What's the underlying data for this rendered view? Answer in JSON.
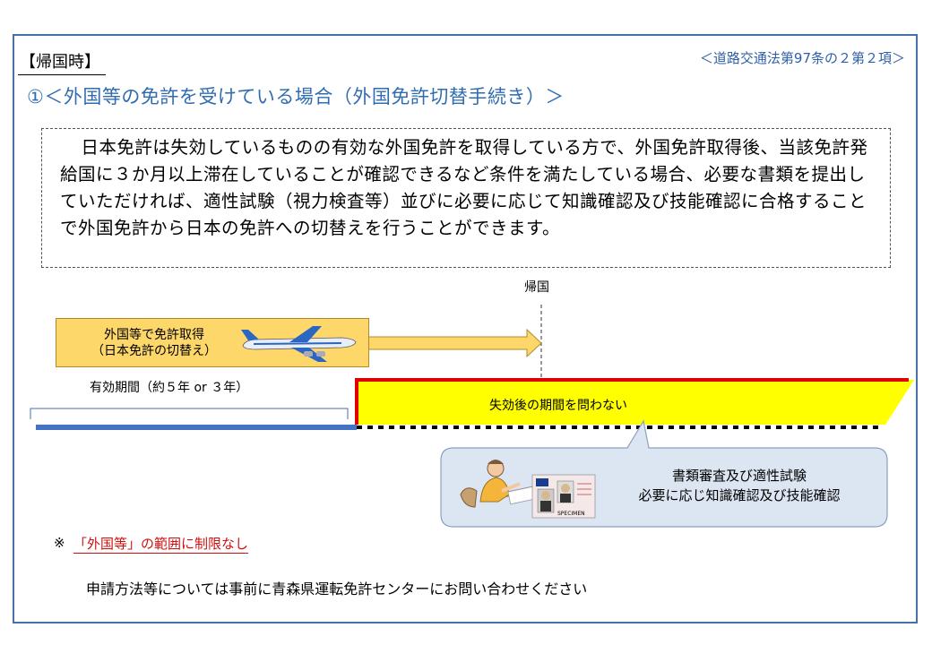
{
  "header": {
    "section_label": "【帰国時】",
    "law_reference": "＜道路交通法第97条の２第２項＞",
    "case_title": "①＜外国等の免許を受けている場合（外国免許切替手続き）＞"
  },
  "description": "日本免許は失効しているものの有効な外国免許を取得している方で、外国免許取得後、当該免許発給国に３か月以上滞在していることが確認できるなど条件を満たしている場合、必要な書類を提出していただければ、適性試験（視力検査等）並びに必要に応じて知識確認及び技能確認に合格することで外国免許から日本の免許への切替えを行うことができます。",
  "timeline": {
    "return_label": "帰国",
    "acquire_line1": "外国等で免許取得",
    "acquire_line2": "（日本免許の切替え）",
    "validity_label": "有効期間（約５年 or ３年）",
    "lapse_label": "失効後の期間を問わない"
  },
  "callout": {
    "line1": "書類審査及び適性試験",
    "line2": "必要に応じ知識確認及び技能確認",
    "license_card_text": "SPECIMEN"
  },
  "note": {
    "mark": "※",
    "text": "「外国等」の範囲に制限なし"
  },
  "apply_text": "申請方法等については事前に青森県運転免許センターにお問い合わせください",
  "colors": {
    "frame": "#4a6fa5",
    "title_blue": "#2f6cb0",
    "acquire_fill": "#fdd76a",
    "lapse_fill": "#ffff00",
    "lapse_border": "#e00000",
    "validity_bar": "#4472c4",
    "callout_fill": "#dce6f2",
    "note_red": "#d01010"
  },
  "icons": [
    "airplane-icon",
    "person-writing-icon",
    "license-card-icon"
  ]
}
